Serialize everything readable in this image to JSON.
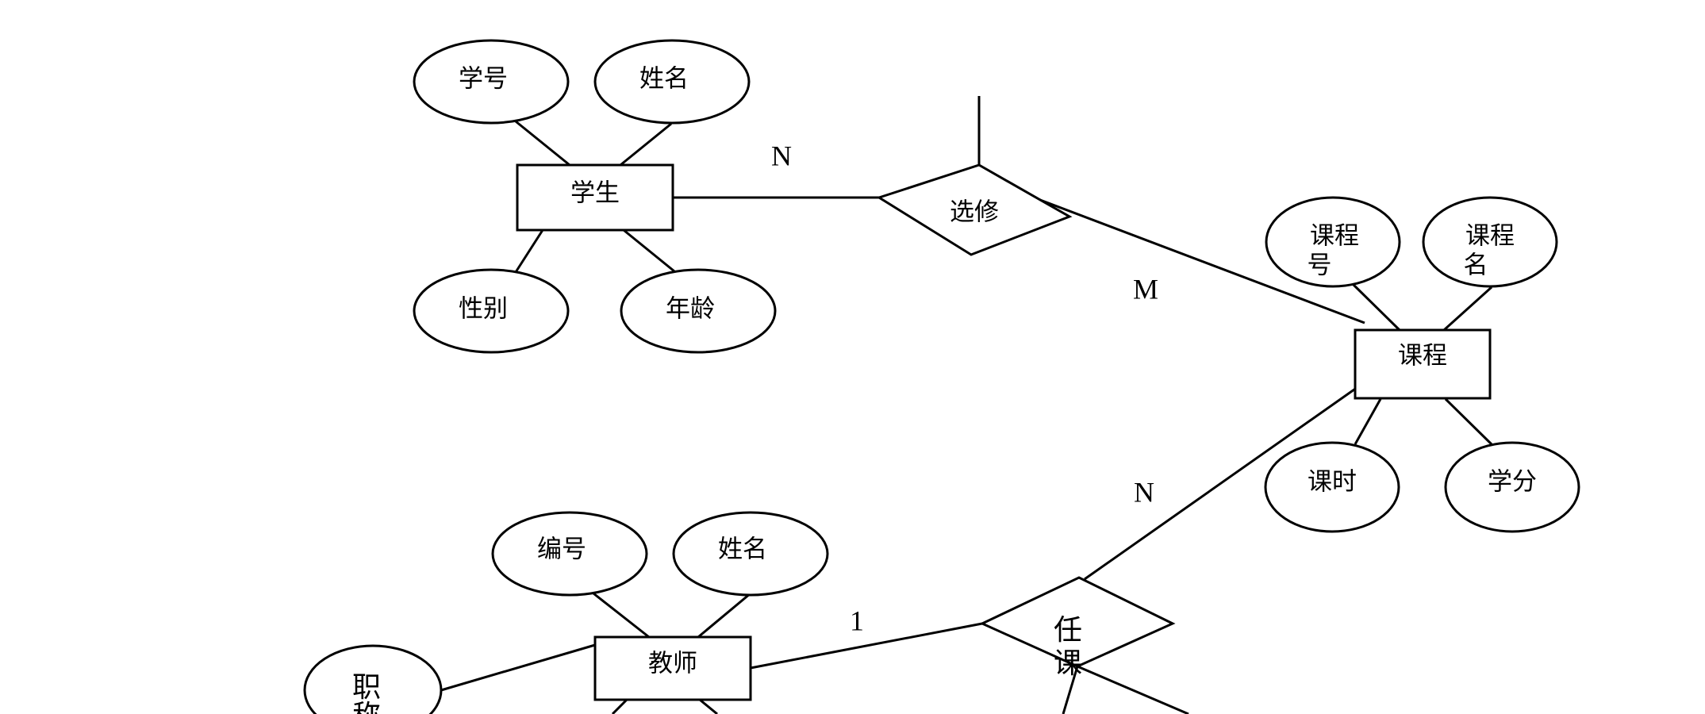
{
  "entities": {
    "student": "学生",
    "course": "课程",
    "teacher": "教师"
  },
  "relationships": {
    "elective": "选修",
    "teach_1": "任",
    "teach_2": "课"
  },
  "attributes": {
    "student_id": "学号",
    "student_name": "姓名",
    "student_gender": "性别",
    "student_age": "年龄",
    "course_id_1": "课程",
    "course_id_2": "号",
    "course_name_1": "课程",
    "course_name_2": "名",
    "course_hours": "课时",
    "course_credit": "学分",
    "teacher_id": "编号",
    "teacher_name": "姓名",
    "teacher_title_1": "职",
    "teacher_title_2": "称"
  },
  "cardinalities": {
    "student_elective": "N",
    "elective_course": "M",
    "teach_course": "N",
    "teacher_teach": "1"
  }
}
